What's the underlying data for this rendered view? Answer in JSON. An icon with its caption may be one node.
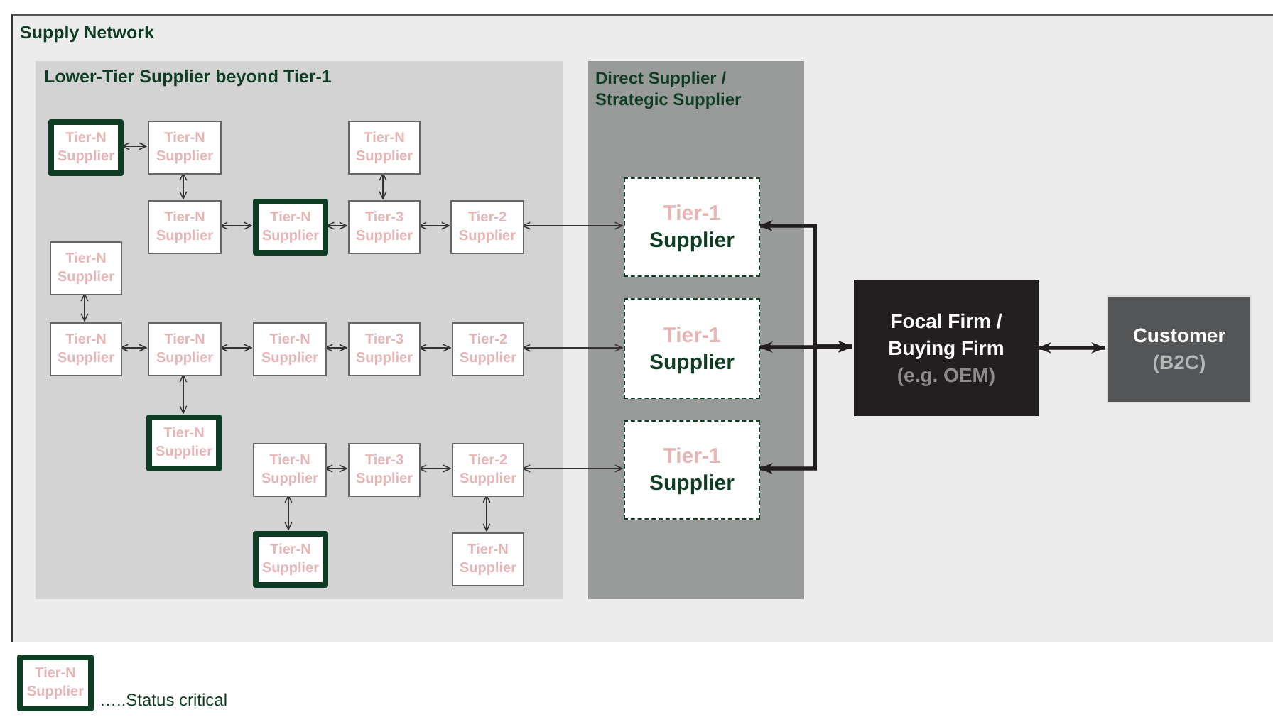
{
  "diagram": {
    "nodes": [
      {
        "text": [
          "Supply Network"
        ]
      },
      {
        "text": [
          "Lower-Tier Supplier beyond Tier-1"
        ],
        "in": 0
      },
      {
        "text": [
          "Tier-N Supplier"
        ],
        "in": 1
      },
      {
        "text": [
          "Tier-N Supplier"
        ],
        "in": 1
      },
      {
        "text": [
          "Tier-N Supplier"
        ],
        "in": 1
      },
      {
        "text": [
          "Tier-N Supplier"
        ],
        "in": 1
      },
      {
        "text": [
          "Tier-N Supplier"
        ],
        "in": 1
      },
      {
        "text": [
          "Tier-3 Supplier"
        ],
        "in": 1
      },
      {
        "text": [
          "Tier-2 Supplier"
        ],
        "in": 1
      },
      {
        "text": [
          "Tier-N Supplier"
        ],
        "in": 1
      },
      {
        "text": [
          "Tier-N Supplier"
        ],
        "in": 1
      },
      {
        "text": [
          "Tier-N Supplier"
        ],
        "in": 1
      },
      {
        "text": [
          "Tier-N Supplier"
        ],
        "in": 1
      },
      {
        "text": [
          "Tier-3 Supplier"
        ],
        "in": 1
      },
      {
        "text": [
          "Tier-2 Supplier"
        ],
        "in": 1
      },
      {
        "text": [
          "Tier-N Supplier"
        ],
        "in": 1
      },
      {
        "text": [
          "Tier-N Supplier"
        ],
        "in": 1
      },
      {
        "text": [
          "Tier-3 Supplier"
        ],
        "in": 1
      },
      {
        "text": [
          "Tier-2 Supplier"
        ],
        "in": 1
      },
      {
        "text": [
          "Tier-N Supplier"
        ],
        "in": 1
      },
      {
        "text": [
          "Tier-N Supplier"
        ],
        "in": 1
      },
      {
        "text": [
          "Direct Supplier / Strategic Supplier"
        ],
        "in": 0
      },
      {
        "text": [
          "Tier-1 Supplier"
        ],
        "in": 21
      },
      {
        "text": [
          "Tier-1 Supplier"
        ],
        "in": 21
      },
      {
        "text": [
          "Tier-1 Supplier"
        ],
        "in": 21
      },
      {
        "text": [
          "Focal Firm / Buying Firm",
          "(e.g. OEM)"
        ],
        "in": 0
      },
      {
        "text": [
          "Customer",
          "(B2C)"
        ],
        "in": 0
      }
    ],
    "edges": [
      {
        "from": 2,
        "to": 3,
        "arrow": "both"
      },
      {
        "from": 3,
        "to": 5,
        "arrow": "both"
      },
      {
        "from": 5,
        "to": 6,
        "arrow": "both"
      },
      {
        "from": 6,
        "to": 7,
        "arrow": "both"
      },
      {
        "from": 4,
        "to": 7,
        "arrow": "both"
      },
      {
        "from": 7,
        "to": 8,
        "arrow": "both"
      },
      {
        "from": 8,
        "to": 22,
        "arrow": "both"
      },
      {
        "from": 9,
        "to": 10,
        "arrow": "both"
      },
      {
        "from": 10,
        "to": 11,
        "arrow": "both"
      },
      {
        "from": 11,
        "to": 12,
        "arrow": "both"
      },
      {
        "from": 12,
        "to": 13,
        "arrow": "both"
      },
      {
        "from": 13,
        "to": 14,
        "arrow": "both"
      },
      {
        "from": 14,
        "to": 23,
        "arrow": "both"
      },
      {
        "from": 11,
        "to": 15,
        "arrow": "both"
      },
      {
        "from": 16,
        "to": 17,
        "arrow": "both"
      },
      {
        "from": 17,
        "to": 18,
        "arrow": "both"
      },
      {
        "from": 18,
        "to": 24,
        "arrow": "both"
      },
      {
        "from": 16,
        "to": 19,
        "arrow": "both"
      },
      {
        "from": 18,
        "to": 20,
        "arrow": "both"
      },
      {
        "from": 25,
        "to": 22,
        "arrow": "both",
        "style": "thick"
      },
      {
        "from": 25,
        "to": 23,
        "arrow": "both",
        "style": "thick"
      },
      {
        "from": 25,
        "to": 24,
        "arrow": "both",
        "style": "thick"
      },
      {
        "from": 25,
        "to": 26,
        "arrow": "both",
        "style": "thick"
      }
    ],
    "labels": [
      "Tier-N Supplier"
    ],
    "legend": [
      {
        "text": "…..Status critical"
      }
    ]
  }
}
